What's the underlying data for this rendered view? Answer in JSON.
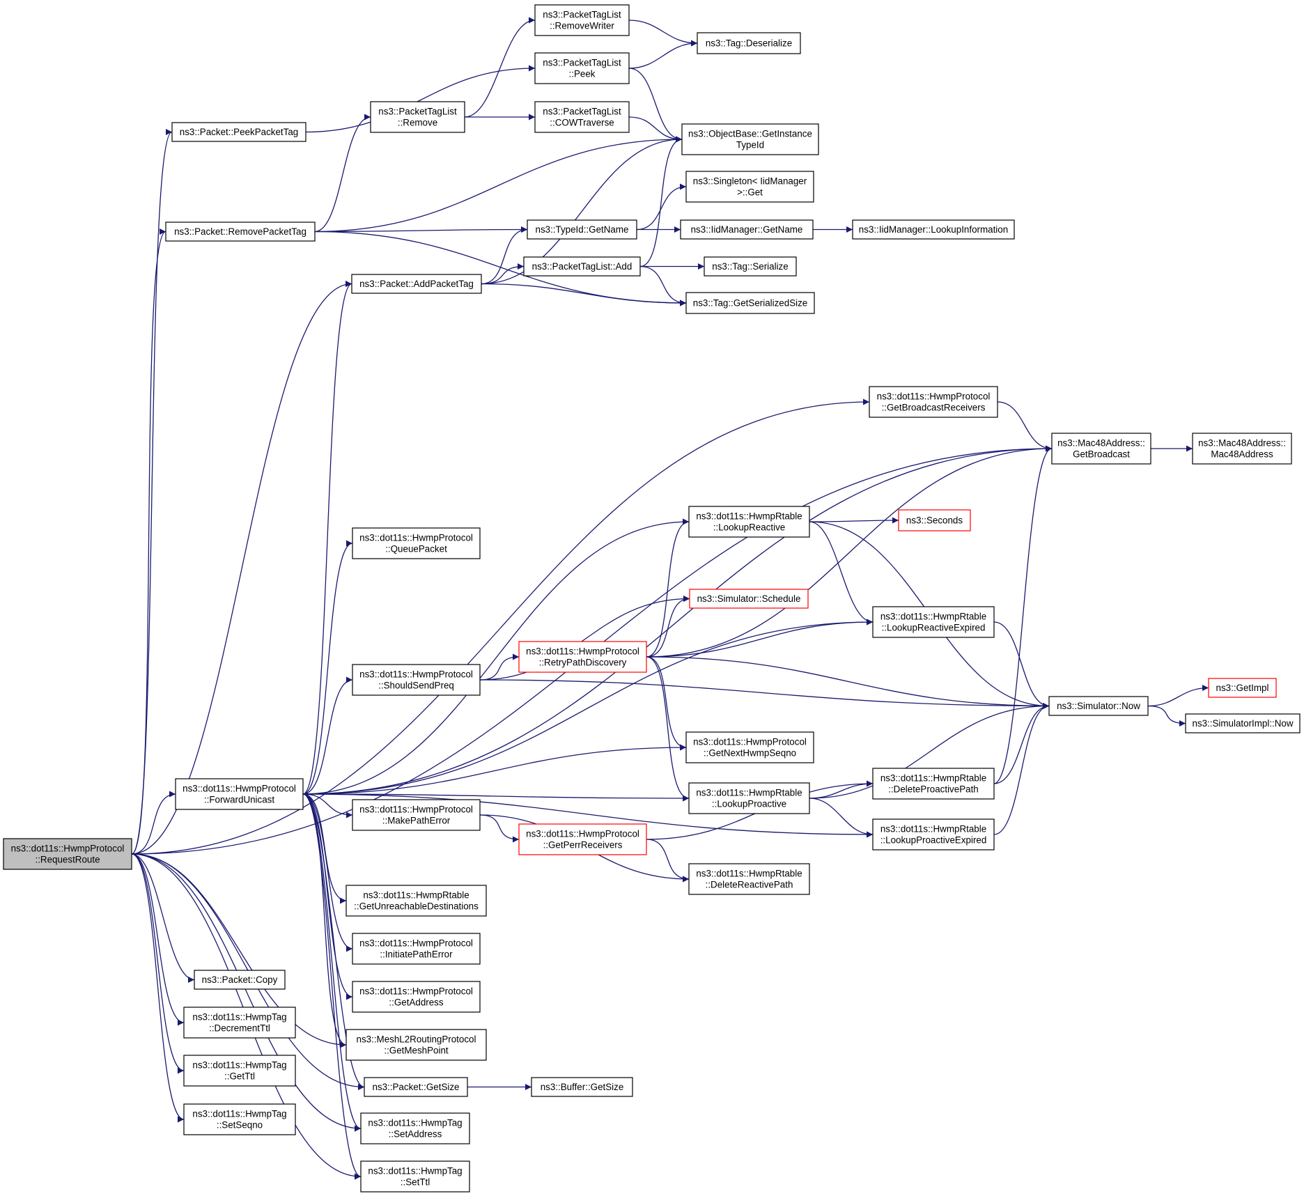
{
  "colors": {
    "edge": "#191970",
    "box_border": "#000000",
    "red_box_border": "#ff0000",
    "root_fill": "#bfbfbf"
  },
  "nodes": [
    {
      "id": "request_route",
      "lines": [
        "ns3::dot11s::HwmpProtocol",
        "::RequestRoute"
      ],
      "style": "root"
    },
    {
      "id": "peek_packet_tag",
      "lines": [
        "ns3::Packet::PeekPacketTag"
      ]
    },
    {
      "id": "remove_packet_tag",
      "lines": [
        "ns3::Packet::RemovePacketTag"
      ]
    },
    {
      "id": "add_packet_tag",
      "lines": [
        "ns3::Packet::AddPacketTag"
      ]
    },
    {
      "id": "ptl_remove_writer",
      "lines": [
        "ns3::PacketTagList",
        "::RemoveWriter"
      ]
    },
    {
      "id": "ptl_peek",
      "lines": [
        "ns3::PacketTagList",
        "::Peek"
      ]
    },
    {
      "id": "ptl_remove",
      "lines": [
        "ns3::PacketTagList",
        "::Remove"
      ]
    },
    {
      "id": "ptl_cow",
      "lines": [
        "ns3::PacketTagList",
        "::COWTraverse"
      ]
    },
    {
      "id": "tag_deserialize",
      "lines": [
        "ns3::Tag::Deserialize"
      ]
    },
    {
      "id": "get_instance_typeid",
      "lines": [
        "ns3::ObjectBase::GetInstance",
        "TypeId"
      ]
    },
    {
      "id": "singleton_get",
      "lines": [
        "ns3::Singleton< IidManager",
        ">::Get"
      ]
    },
    {
      "id": "typeid_getname",
      "lines": [
        "ns3::TypeId::GetName"
      ]
    },
    {
      "id": "iid_getname",
      "lines": [
        "ns3::IidManager::GetName"
      ]
    },
    {
      "id": "iid_lookup",
      "lines": [
        "ns3::IidManager::LookupInformation"
      ]
    },
    {
      "id": "ptl_add",
      "lines": [
        "ns3::PacketTagList::Add"
      ]
    },
    {
      "id": "tag_serialize",
      "lines": [
        "ns3::Tag::Serialize"
      ]
    },
    {
      "id": "tag_get_serialized_size",
      "lines": [
        "ns3::Tag::GetSerializedSize"
      ]
    },
    {
      "id": "get_broadcast_receivers",
      "lines": [
        "ns3::dot11s::HwmpProtocol",
        "::GetBroadcastReceivers"
      ]
    },
    {
      "id": "mac48_get_broadcast",
      "lines": [
        "ns3::Mac48Address::",
        "GetBroadcast"
      ]
    },
    {
      "id": "mac48_ctor",
      "lines": [
        "ns3::Mac48Address::",
        "Mac48Address"
      ]
    },
    {
      "id": "lookup_reactive",
      "lines": [
        "ns3::dot11s::HwmpRtable",
        "::LookupReactive"
      ]
    },
    {
      "id": "seconds",
      "lines": [
        "ns3::Seconds"
      ],
      "style": "red"
    },
    {
      "id": "queue_packet",
      "lines": [
        "ns3::dot11s::HwmpProtocol",
        "::QueuePacket"
      ]
    },
    {
      "id": "simulator_schedule",
      "lines": [
        "ns3::Simulator::Schedule"
      ],
      "style": "red"
    },
    {
      "id": "lookup_reactive_expired",
      "lines": [
        "ns3::dot11s::HwmpRtable",
        "::LookupReactiveExpired"
      ]
    },
    {
      "id": "retry_path_discovery",
      "lines": [
        "ns3::dot11s::HwmpProtocol",
        "::RetryPathDiscovery"
      ],
      "style": "red"
    },
    {
      "id": "should_send_preq",
      "lines": [
        "ns3::dot11s::HwmpProtocol",
        "::ShouldSendPreq"
      ]
    },
    {
      "id": "simulator_now",
      "lines": [
        "ns3::Simulator::Now"
      ]
    },
    {
      "id": "get_impl",
      "lines": [
        "ns3::GetImpl"
      ],
      "style": "red"
    },
    {
      "id": "simulatorimpl_now",
      "lines": [
        "ns3::SimulatorImpl::Now"
      ]
    },
    {
      "id": "get_next_hwmp_seqno",
      "lines": [
        "ns3::dot11s::HwmpProtocol",
        "::GetNextHwmpSeqno"
      ]
    },
    {
      "id": "forward_unicast",
      "lines": [
        "ns3::dot11s::HwmpProtocol",
        "::ForwardUnicast"
      ]
    },
    {
      "id": "lookup_proactive",
      "lines": [
        "ns3::dot11s::HwmpRtable",
        "::LookupProactive"
      ]
    },
    {
      "id": "delete_proactive_path",
      "lines": [
        "ns3::dot11s::HwmpRtable",
        "::DeleteProactivePath"
      ]
    },
    {
      "id": "make_path_error",
      "lines": [
        "ns3::dot11s::HwmpProtocol",
        "::MakePathError"
      ]
    },
    {
      "id": "get_perr_receivers",
      "lines": [
        "ns3::dot11s::HwmpProtocol",
        "::GetPerrReceivers"
      ],
      "style": "red"
    },
    {
      "id": "lookup_proactive_expired",
      "lines": [
        "ns3::dot11s::HwmpRtable",
        "::LookupProactiveExpired"
      ]
    },
    {
      "id": "delete_reactive_path",
      "lines": [
        "ns3::dot11s::HwmpRtable",
        "::DeleteReactivePath"
      ]
    },
    {
      "id": "get_unreachable_destinations",
      "lines": [
        "ns3::dot11s::HwmpRtable",
        "::GetUnreachableDestinations"
      ]
    },
    {
      "id": "initiate_path_error",
      "lines": [
        "ns3::dot11s::HwmpProtocol",
        "::InitiatePathError"
      ]
    },
    {
      "id": "get_address",
      "lines": [
        "ns3::dot11s::HwmpProtocol",
        "::GetAddress"
      ]
    },
    {
      "id": "get_mesh_point",
      "lines": [
        "ns3::MeshL2RoutingProtocol",
        "::GetMeshPoint"
      ]
    },
    {
      "id": "packet_copy",
      "lines": [
        "ns3::Packet::Copy"
      ]
    },
    {
      "id": "tag_decrement_ttl",
      "lines": [
        "ns3::dot11s::HwmpTag",
        "::DecrementTtl"
      ]
    },
    {
      "id": "tag_get_ttl",
      "lines": [
        "ns3::dot11s::HwmpTag",
        "::GetTtl"
      ]
    },
    {
      "id": "tag_set_seqno",
      "lines": [
        "ns3::dot11s::HwmpTag",
        "::SetSeqno"
      ]
    },
    {
      "id": "packet_get_size",
      "lines": [
        "ns3::Packet::GetSize"
      ]
    },
    {
      "id": "buffer_get_size",
      "lines": [
        "ns3::Buffer::GetSize"
      ]
    },
    {
      "id": "tag_set_address",
      "lines": [
        "ns3::dot11s::HwmpTag",
        "::SetAddress"
      ]
    },
    {
      "id": "tag_set_ttl",
      "lines": [
        "ns3::dot11s::HwmpTag",
        "::SetTtl"
      ]
    }
  ],
  "edges": [
    [
      "request_route",
      "peek_packet_tag"
    ],
    [
      "request_route",
      "remove_packet_tag"
    ],
    [
      "request_route",
      "add_packet_tag"
    ],
    [
      "request_route",
      "mac48_get_broadcast"
    ],
    [
      "request_route",
      "get_broadcast_receivers"
    ],
    [
      "request_route",
      "forward_unicast"
    ],
    [
      "request_route",
      "packet_copy"
    ],
    [
      "request_route",
      "tag_decrement_ttl"
    ],
    [
      "request_route",
      "tag_get_ttl"
    ],
    [
      "request_route",
      "tag_set_seqno"
    ],
    [
      "request_route",
      "get_mesh_point"
    ],
    [
      "request_route",
      "packet_get_size"
    ],
    [
      "request_route",
      "tag_set_address"
    ],
    [
      "request_route",
      "tag_set_ttl"
    ],
    [
      "peek_packet_tag",
      "ptl_peek"
    ],
    [
      "remove_packet_tag",
      "ptl_remove"
    ],
    [
      "remove_packet_tag",
      "get_instance_typeid"
    ],
    [
      "remove_packet_tag",
      "typeid_getname"
    ],
    [
      "remove_packet_tag",
      "tag_get_serialized_size"
    ],
    [
      "add_packet_tag",
      "get_instance_typeid"
    ],
    [
      "add_packet_tag",
      "typeid_getname"
    ],
    [
      "add_packet_tag",
      "ptl_add"
    ],
    [
      "add_packet_tag",
      "tag_get_serialized_size"
    ],
    [
      "ptl_remove",
      "ptl_remove_writer"
    ],
    [
      "ptl_remove",
      "ptl_cow"
    ],
    [
      "ptl_remove_writer",
      "tag_deserialize"
    ],
    [
      "ptl_peek",
      "tag_deserialize"
    ],
    [
      "ptl_peek",
      "get_instance_typeid"
    ],
    [
      "ptl_cow",
      "get_instance_typeid"
    ],
    [
      "typeid_getname",
      "singleton_get"
    ],
    [
      "typeid_getname",
      "iid_getname"
    ],
    [
      "iid_getname",
      "iid_lookup"
    ],
    [
      "ptl_add",
      "get_instance_typeid"
    ],
    [
      "ptl_add",
      "tag_serialize"
    ],
    [
      "ptl_add",
      "tag_get_serialized_size"
    ],
    [
      "get_broadcast_receivers",
      "mac48_get_broadcast"
    ],
    [
      "mac48_get_broadcast",
      "mac48_ctor"
    ],
    [
      "forward_unicast",
      "add_packet_tag"
    ],
    [
      "forward_unicast",
      "mac48_get_broadcast"
    ],
    [
      "forward_unicast",
      "lookup_reactive"
    ],
    [
      "forward_unicast",
      "queue_packet"
    ],
    [
      "forward_unicast",
      "lookup_reactive_expired"
    ],
    [
      "forward_unicast",
      "should_send_preq"
    ],
    [
      "forward_unicast",
      "get_next_hwmp_seqno"
    ],
    [
      "forward_unicast",
      "lookup_proactive"
    ],
    [
      "forward_unicast",
      "lookup_proactive_expired"
    ],
    [
      "forward_unicast",
      "make_path_error"
    ],
    [
      "forward_unicast",
      "get_unreachable_destinations"
    ],
    [
      "forward_unicast",
      "initiate_path_error"
    ],
    [
      "forward_unicast",
      "get_address"
    ],
    [
      "forward_unicast",
      "get_mesh_point"
    ],
    [
      "forward_unicast",
      "packet_get_size"
    ],
    [
      "forward_unicast",
      "tag_set_address"
    ],
    [
      "forward_unicast",
      "tag_set_ttl"
    ],
    [
      "lookup_reactive",
      "seconds"
    ],
    [
      "lookup_reactive",
      "lookup_reactive_expired"
    ],
    [
      "lookup_reactive",
      "simulator_now"
    ],
    [
      "retry_path_discovery",
      "mac48_get_broadcast"
    ],
    [
      "retry_path_discovery",
      "lookup_reactive"
    ],
    [
      "retry_path_discovery",
      "simulator_schedule"
    ],
    [
      "retry_path_discovery",
      "lookup_reactive_expired"
    ],
    [
      "retry_path_discovery",
      "simulator_now"
    ],
    [
      "retry_path_discovery",
      "get_next_hwmp_seqno"
    ],
    [
      "retry_path_discovery",
      "lookup_proactive"
    ],
    [
      "should_send_preq",
      "simulator_schedule"
    ],
    [
      "should_send_preq",
      "retry_path_discovery"
    ],
    [
      "should_send_preq",
      "simulator_now"
    ],
    [
      "lookup_reactive_expired",
      "simulator_now"
    ],
    [
      "simulator_now",
      "get_impl"
    ],
    [
      "simulator_now",
      "simulatorimpl_now"
    ],
    [
      "lookup_proactive",
      "simulator_now"
    ],
    [
      "lookup_proactive",
      "delete_proactive_path"
    ],
    [
      "lookup_proactive",
      "lookup_proactive_expired"
    ],
    [
      "delete_proactive_path",
      "mac48_get_broadcast"
    ],
    [
      "delete_proactive_path",
      "simulator_now"
    ],
    [
      "lookup_proactive_expired",
      "simulator_now"
    ],
    [
      "make_path_error",
      "get_perr_receivers"
    ],
    [
      "make_path_error",
      "delete_reactive_path"
    ],
    [
      "get_perr_receivers",
      "delete_proactive_path"
    ],
    [
      "get_perr_receivers",
      "delete_reactive_path"
    ],
    [
      "packet_get_size",
      "buffer_get_size"
    ]
  ]
}
